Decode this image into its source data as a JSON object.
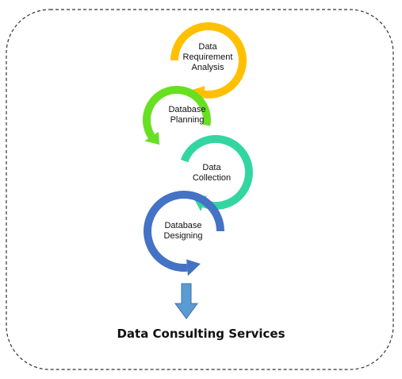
{
  "steps": [
    {
      "label": "Data\nRequirement\nAnalysis",
      "color": "#FFC000"
    },
    {
      "label": "Database\nPlanning",
      "color": "#66E021"
    },
    {
      "label": "Data\nCollection",
      "color": "#33D6A0"
    },
    {
      "label": "Database\nDesigning",
      "color": "#4472C4"
    }
  ],
  "arrow_color": "#5B9BD5",
  "border_style": "dashed",
  "footer": {
    "title": "Data Consulting Services"
  }
}
